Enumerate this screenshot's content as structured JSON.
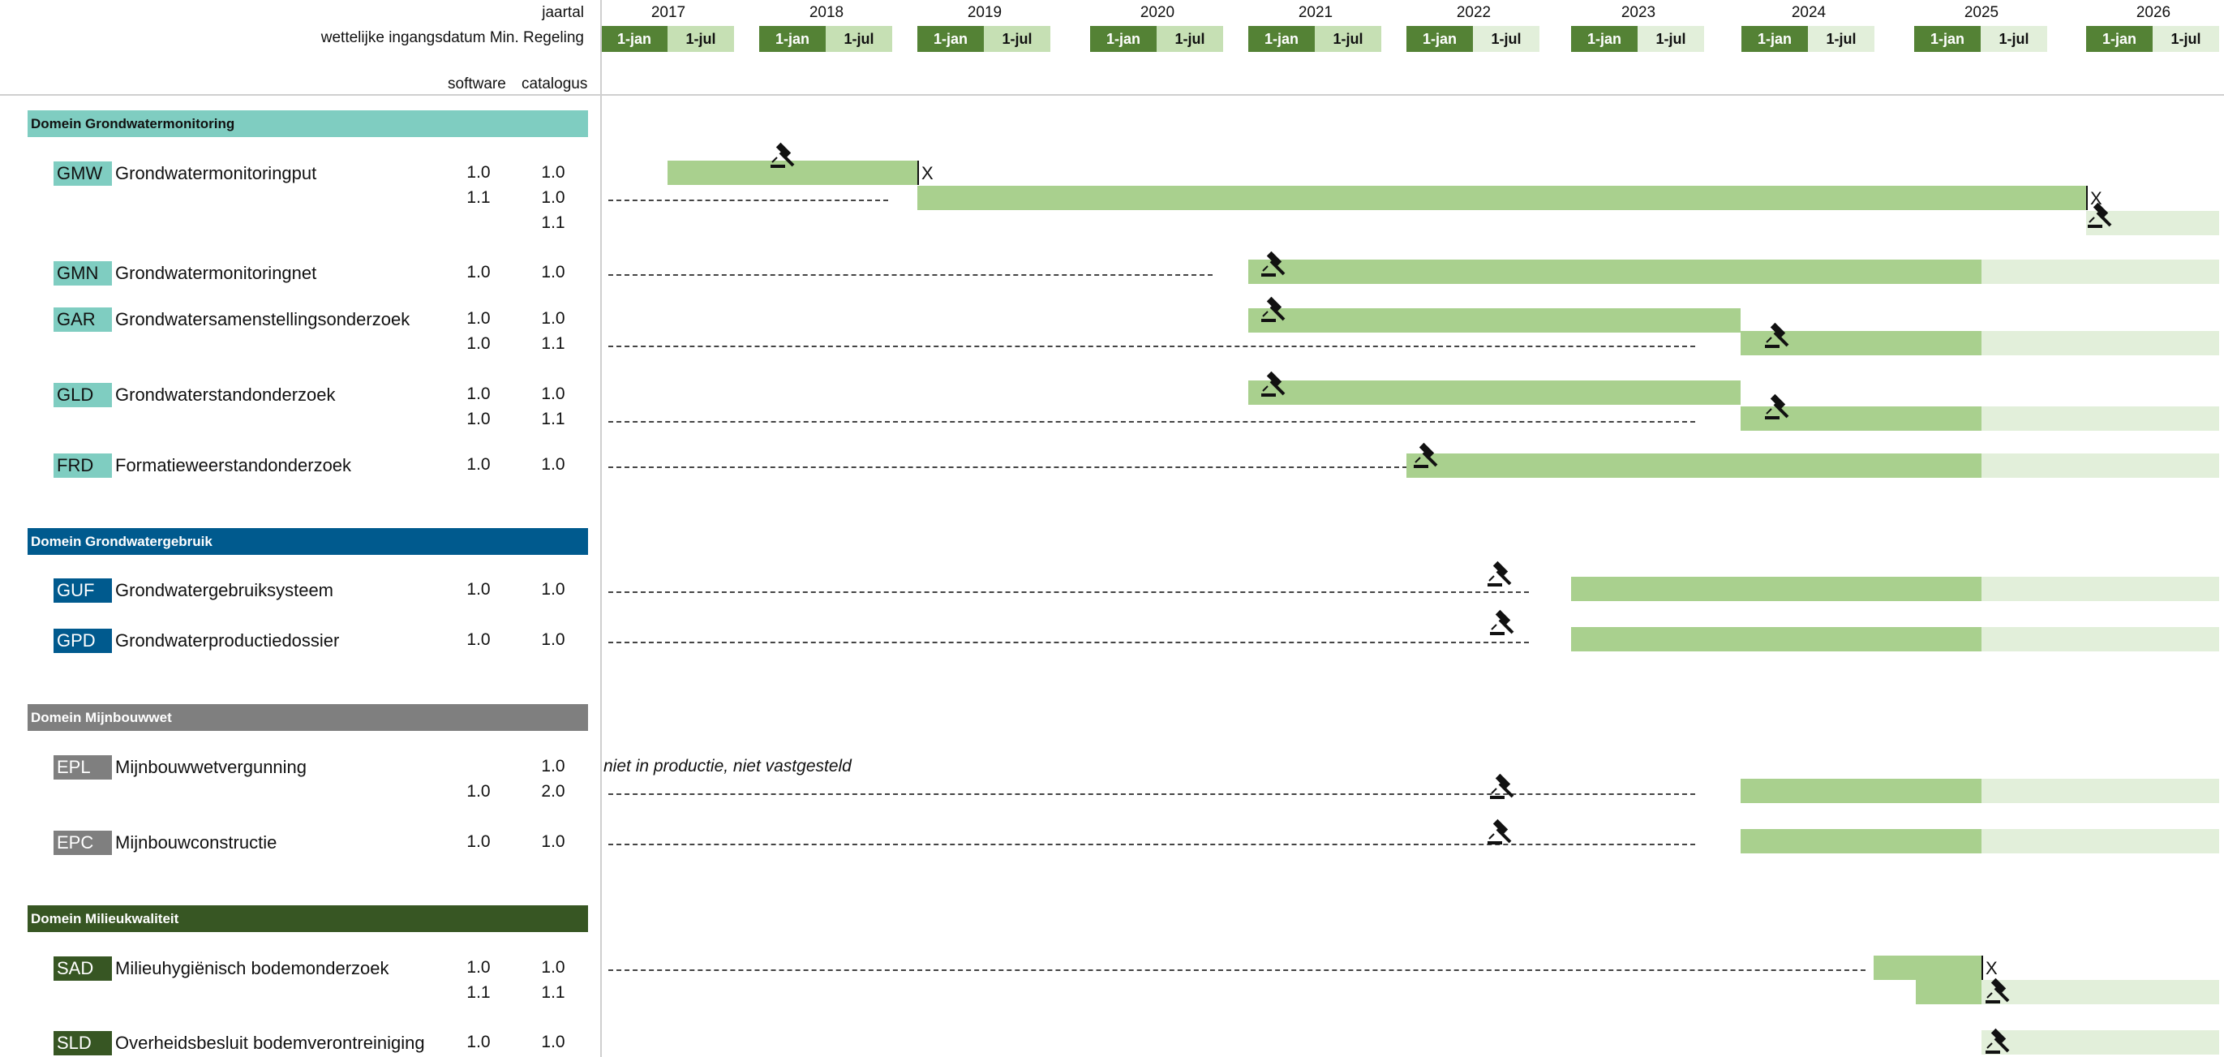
{
  "header": {
    "row_year_label": "jaartal",
    "row_date_label": "wettelijke ingangsdatum Min. Regeling",
    "col_software": "software",
    "col_catalogus": "catalogus",
    "half_jan": "1-jan",
    "half_jul": "1-jul",
    "years": [
      "2017",
      "2018",
      "2019",
      "2020",
      "2021",
      "2022",
      "2023",
      "2024",
      "2025",
      "2026"
    ]
  },
  "colors": {
    "jan_cell": "#548235",
    "jul_cell": "#c6e0b4",
    "bar": "#a9d08e",
    "bar_future": "#e2efda",
    "grondwatermonitoring": "#7fcdc1",
    "grondwatergebruik": "#005a8e",
    "mijnbouwwet": "#7f7f7f",
    "milieukwaliteit": "#375623"
  },
  "domains": [
    {
      "title": "Domein Grondwatermonitoring"
    },
    {
      "title": "Domein Grondwatergebruik"
    },
    {
      "title": "Domein Mijnbouwwet"
    },
    {
      "title": "Domein Milieukwaliteit"
    }
  ],
  "registrations": [
    {
      "code": "GMW",
      "name": "Grondwatermonitoringput",
      "versions": [
        {
          "software": "1.0",
          "catalogus": "1.0"
        },
        {
          "software": "1.1",
          "catalogus": "1.0"
        },
        {
          "software": "",
          "catalogus": "1.1"
        }
      ]
    },
    {
      "code": "GMN",
      "name": "Grondwatermonitoringnet",
      "versions": [
        {
          "software": "1.0",
          "catalogus": "1.0"
        }
      ]
    },
    {
      "code": "GAR",
      "name": "Grondwatersamenstellingsonderzoek",
      "versions": [
        {
          "software": "1.0",
          "catalogus": "1.0"
        },
        {
          "software": "1.0",
          "catalogus": "1.1"
        }
      ]
    },
    {
      "code": "GLD",
      "name": "Grondwaterstandonderzoek",
      "versions": [
        {
          "software": "1.0",
          "catalogus": "1.0"
        },
        {
          "software": "1.0",
          "catalogus": "1.1"
        }
      ]
    },
    {
      "code": "FRD",
      "name": "Formatieweerstandonderzoek",
      "versions": [
        {
          "software": "1.0",
          "catalogus": "1.0"
        }
      ]
    },
    {
      "code": "GUF",
      "name": "Grondwatergebruiksysteem",
      "versions": [
        {
          "software": "1.0",
          "catalogus": "1.0"
        }
      ]
    },
    {
      "code": "GPD",
      "name": "Grondwaterproductiedossier",
      "versions": [
        {
          "software": "1.0",
          "catalogus": "1.0"
        }
      ]
    },
    {
      "code": "EPL",
      "name": "Mijnbouwwetvergunning",
      "versions": [
        {
          "software": "",
          "catalogus": "1.0"
        },
        {
          "software": "1.0",
          "catalogus": "2.0"
        }
      ]
    },
    {
      "code": "EPC",
      "name": "Mijnbouwconstructie",
      "versions": [
        {
          "software": "1.0",
          "catalogus": "1.0"
        }
      ]
    },
    {
      "code": "SAD",
      "name": "Milieuhygiënisch bodemonderzoek",
      "versions": [
        {
          "software": "1.0",
          "catalogus": "1.0"
        },
        {
          "software": "1.1",
          "catalogus": "1.1"
        }
      ]
    },
    {
      "code": "SLD",
      "name": "Overheidsbesluit bodemverontreiniging",
      "versions": [
        {
          "software": "1.0",
          "catalogus": "1.0"
        }
      ]
    }
  ],
  "notes": {
    "epl_note": "niet in productie, niet vastgesteld",
    "end_marker": "X"
  },
  "icons": {
    "gavel": "gavel-icon"
  }
}
